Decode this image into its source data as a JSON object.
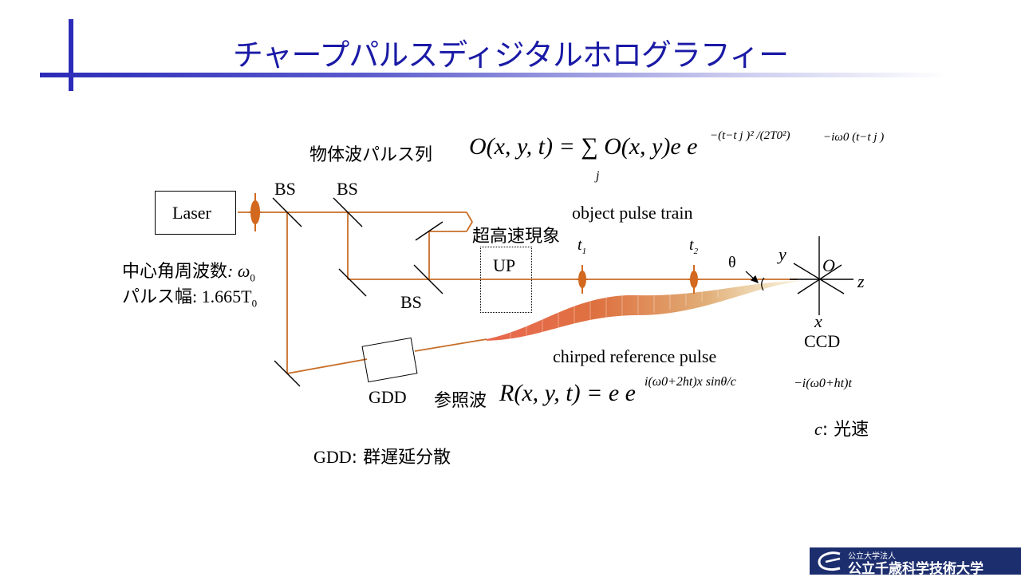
{
  "title": "チャープパルスディジタルホログラフィー",
  "labels": {
    "laser": "Laser",
    "bs1": "BS",
    "bs2": "BS",
    "bs3": "BS",
    "object_pulse_train": "object pulse train",
    "ultrafast": "超高速現象",
    "up": "UP",
    "t1": "t",
    "t1_sub": "1",
    "t2": "t",
    "t2_sub": "2",
    "theta": "θ",
    "y": "y",
    "o": "O",
    "z": "z",
    "x": "x",
    "ccd": "CCD",
    "chirped_reference_pulse": "chirped reference pulse",
    "gdd": "GDD"
  },
  "left_params": {
    "center_freq_label": "中心角周波数",
    "center_freq_value": ": ω",
    "center_freq_sub": "0",
    "pulse_width_label": "パルス幅",
    "pulse_width_value": ": 1.665T",
    "pulse_width_sub": "0"
  },
  "equations": {
    "object_label": "物体波パルス列",
    "object_formula": "O(x, y, t) = ∑ O(x, y)e e",
    "object_sum_index": "j",
    "object_exp1": "−(t−t j )² /(2T0²)",
    "object_exp2": "−iω0 (t−t j )",
    "reference_label": "参照波",
    "reference_formula": "R(x, y, t) = e e",
    "reference_exp1": "i(ω0+2ht)x sinθ/c",
    "reference_exp2": "−i(ω0+ht)t"
  },
  "notes": {
    "c_symbol": "c",
    "c_desc": ": 光速",
    "gdd_symbol": "GDD",
    "gdd_desc": ": 群遅延分散"
  },
  "footer": {
    "top_text": "公立大学法人",
    "main_text": "公立千歳科学技術大学"
  },
  "colors": {
    "title": "#1a1aa6",
    "beam": "#c86e28",
    "pulse": "#d2691e",
    "footer_bg": "#1c2e6e"
  }
}
